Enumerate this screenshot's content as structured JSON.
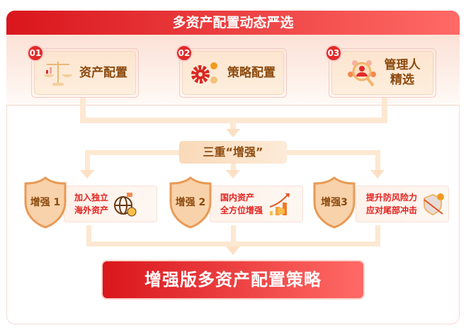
{
  "header": {
    "title": "多资产配置动态严选"
  },
  "steps": [
    {
      "num": "01",
      "label": "资产配置",
      "icon": "scale-icon"
    },
    {
      "num": "02",
      "label": "策略配置",
      "icon": "gears-icon"
    },
    {
      "num": "03",
      "label_line1": "管理人",
      "label_line2": "精选",
      "icon": "manager-search-icon"
    }
  ],
  "middle": {
    "label": "三重“增强”"
  },
  "enhancements": [
    {
      "badge": "增强 1",
      "line1": "加入独立",
      "line2": "海外资产",
      "icon": "globe-dollar-icon"
    },
    {
      "badge": "增强 2",
      "line1": "国内资产",
      "line2": "全方位增强",
      "icon": "growth-chart-icon"
    },
    {
      "badge": "增强3",
      "line1": "提升防风险力",
      "line2": "应对尾部冲击",
      "icon": "shield-defense-icon"
    }
  ],
  "result": {
    "label": "增强版多资产配置策略"
  },
  "colors": {
    "red": "#e22a2a",
    "brown": "#8c4a0e",
    "peach": "#fde5cf"
  }
}
